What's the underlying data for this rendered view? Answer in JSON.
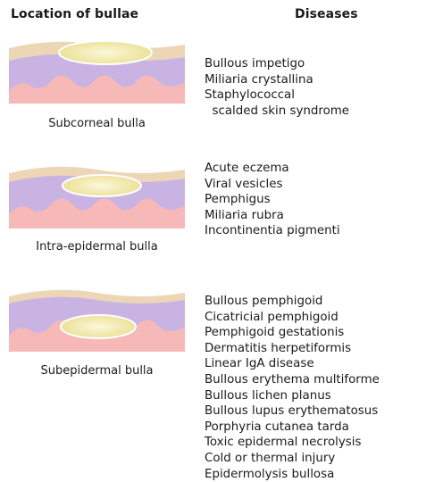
{
  "headers": {
    "location": "Location of bullae",
    "diseases": "Diseases"
  },
  "groups": [
    {
      "name": "Subcorneal bulla",
      "diseases": [
        "Bullous impetigo",
        "Miliaria crystallina",
        "Staphylococcal",
        "  scalded skin syndrome"
      ]
    },
    {
      "name": "Intra-epidermal bulla",
      "diseases": [
        "Acute eczema",
        "Viral vesicles",
        "Pemphigus",
        "Miliaria rubra",
        "Incontinentia pigmenti"
      ]
    },
    {
      "name": "Subepidermal bulla",
      "diseases": [
        "Bullous pemphigoid",
        "Cicatricial pemphigoid",
        "Pemphigoid gestationis",
        "Dermatitis herpetiformis",
        "Linear IgA disease",
        "Bullous erythema multiforme",
        "Bullous lichen planus",
        "Bullous lupus erythematosus",
        "Porphyria cutanea tarda",
        "Toxic epidermal necrolysis",
        "Cold or thermal injury",
        "Epidermolysis bullosa"
      ]
    }
  ],
  "colors": {
    "stratum_corneum": "#ecd6b6",
    "epidermis": "#c9b3e3",
    "dermis": "#f6b9b8",
    "bulla": "#efe6a4"
  }
}
